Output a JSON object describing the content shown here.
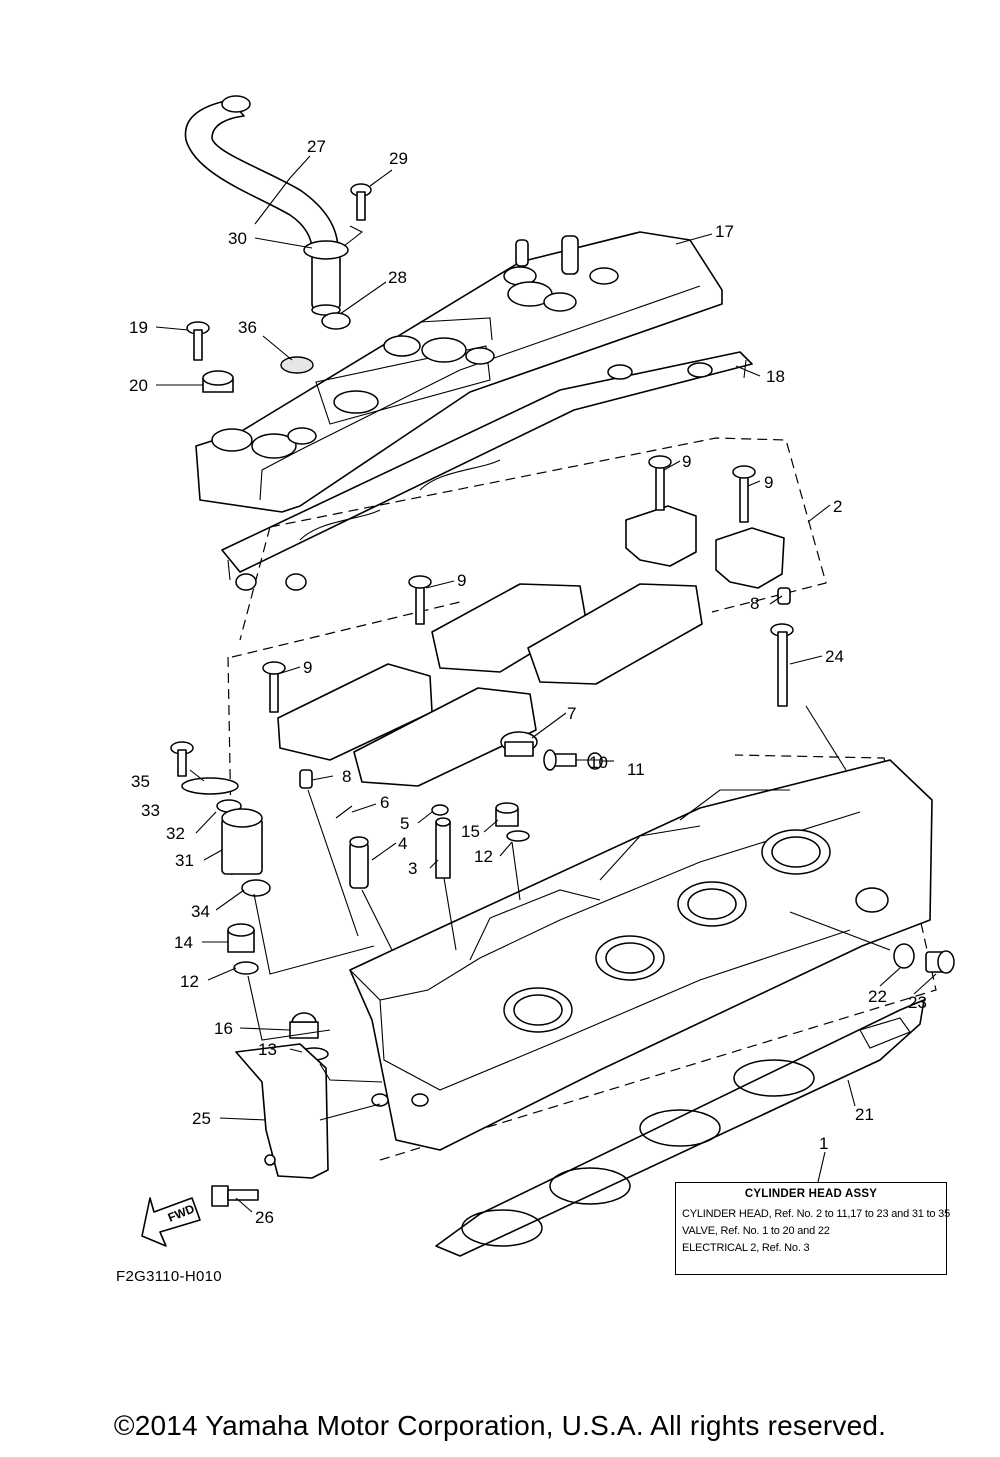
{
  "callouts": {
    "c1": "1",
    "c2": "2",
    "c3": "3",
    "c4": "4",
    "c5": "5",
    "c6": "6",
    "c7": "7",
    "c8a": "8",
    "c8b": "8",
    "c9a": "9",
    "c9b": "9",
    "c9c": "9",
    "c9d": "9",
    "c10": "10",
    "c11": "11",
    "c12a": "12",
    "c12b": "12",
    "c13": "13",
    "c14": "14",
    "c15": "15",
    "c16": "16",
    "c17": "17",
    "c18": "18",
    "c19": "19",
    "c20": "20",
    "c21": "21",
    "c22": "22",
    "c23": "23",
    "c24": "24",
    "c25": "25",
    "c26": "26",
    "c27": "27",
    "c28": "28",
    "c29": "29",
    "c30": "30",
    "c31": "31",
    "c32": "32",
    "c33": "33",
    "c34": "34",
    "c35": "35",
    "c36": "36"
  },
  "arrow_label": "FWD",
  "info_box": {
    "title": "CYLINDER HEAD ASSY",
    "lines": [
      "CYLINDER HEAD, Ref. No. 2 to 11,17 to 23 and 31 to 35",
      "VALVE, Ref. No. 1 to 20 and 22",
      "ELECTRICAL 2, Ref. No. 3"
    ]
  },
  "diagram_code": "F2G3110-H010",
  "copyright": "©2014 Yamaha Motor Corporation, U.S.A. All rights reserved."
}
